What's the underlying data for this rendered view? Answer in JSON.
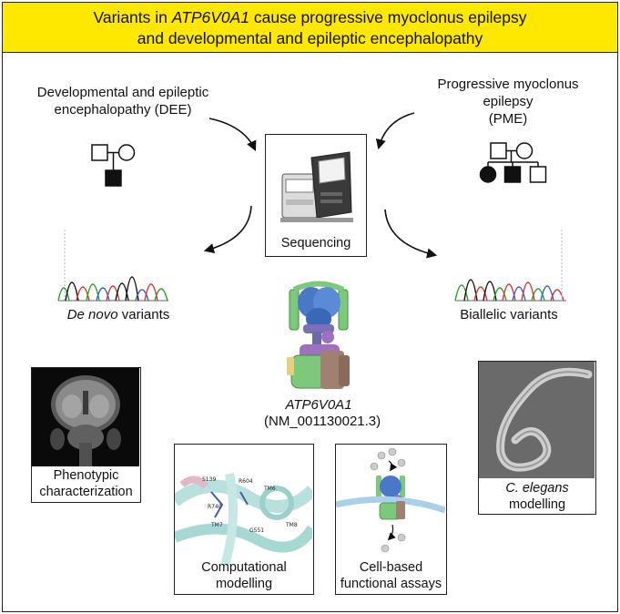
{
  "title": {
    "line1_prefix": "Variants in ",
    "line1_gene": "ATP6V0A1",
    "line1_suffix": " cause progressive myoclonus epilepsy",
    "line2": "and developmental and epileptic encephalopathy"
  },
  "dee": {
    "line1": "Developmental and epileptic",
    "line2": "encephalopathy (DEE)"
  },
  "pme": {
    "line1": "Progressive myoclonus",
    "line2": "epilepsy",
    "line3": "(PME)"
  },
  "sequencing": {
    "label": "Sequencing"
  },
  "de_novo": {
    "italic": "De novo",
    "rest": " variants"
  },
  "biallelic": {
    "label": "Biallelic variants"
  },
  "gene": {
    "name": "ATP6V0A1",
    "transcript": "(NM_001130021.3)"
  },
  "phenotypic": {
    "line1": "Phenotypic",
    "line2": "characterization"
  },
  "computational": {
    "line1": "Computational",
    "line2": "modelling",
    "residues": [
      "S139",
      "R604",
      "TM6",
      "R740",
      "TM7",
      "G551",
      "TM8"
    ]
  },
  "cell_based": {
    "line1": "Cell-based",
    "line2": "functional assays"
  },
  "elegans": {
    "italic": "C. elegans",
    "line2": "modelling"
  },
  "colors": {
    "title_bg": "#ffe800",
    "trace_green": "#2aa02a",
    "trace_black": "#111111",
    "trace_red": "#e03030",
    "trace_blue": "#3060d0",
    "protein_green": "#7cc87c",
    "protein_blue": "#4a78c8",
    "protein_purple": "#a070c0",
    "protein_brown": "#a08070"
  }
}
